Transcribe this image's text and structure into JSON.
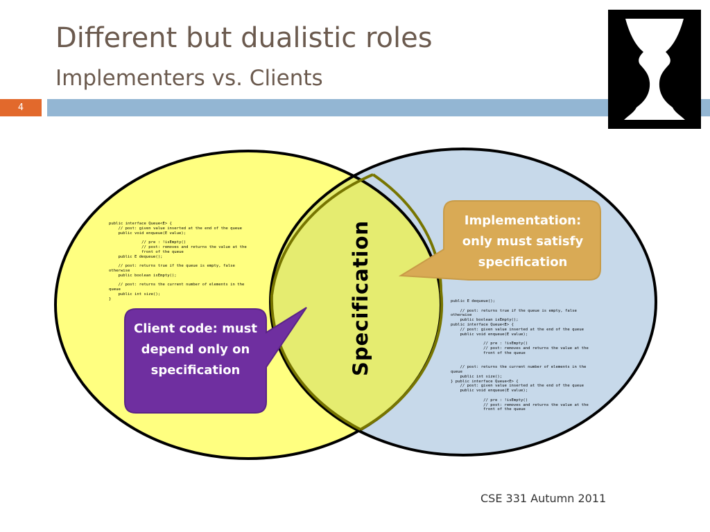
{
  "slide": {
    "title": "Different but dualistic roles",
    "subtitle": "Implementers vs. Clients",
    "number": "4",
    "footer": "CSE 331 Autumn 2011"
  },
  "diagram": {
    "left_circle_color": "#ffff80",
    "right_circle_color": "#c7d9ea",
    "overlap_color": "#e5ec70",
    "overlap_label": "Specification",
    "implementation_callout": "Implementation: only must satisfy specification",
    "client_callout": "Client code: must depend only on specification",
    "implementation_callout_color": "#d9aa55",
    "client_callout_color": "#6f2fa0",
    "left_code": "public interface Queue<E> {\n    // post: given value inserted at the end of the queue\n    public void enqueue(E value);\n\n              // pre : !isEmpty()\n              // post: removes and returns the value at the\n              front of the queue\n    public E dequeue();\n\n    // post: returns true if the queue is empty, false\notherwise\n    public boolean isEmpty();\n\n    // post: returns the current number of elements in the\nqueue\n    public int size();\n}",
    "right_code": "public E dequeue();\n\n    // post: returns true if the queue is empty, false\notherwise\n    public boolean isEmpty();\npublic interface Queue<E> {\n    // post: given value inserted at the end of the queue\n    public void enqueue(E value);\n\n              // pre : !isEmpty()\n              // post: removes and returns the value at the\n              front of the queue\n\n\n    // post: returns the current number of elements in the\nqueue\n    public int size();\n} public interface Queue<E> {\n    // post: given value inserted at the end of the queue\n    public void enqueue(E value);\n\n              // pre : !isEmpty()\n              // post: removes and returns the value at the\n              front of the queue"
  },
  "icons": {
    "vase": "rubin-vase-icon"
  }
}
